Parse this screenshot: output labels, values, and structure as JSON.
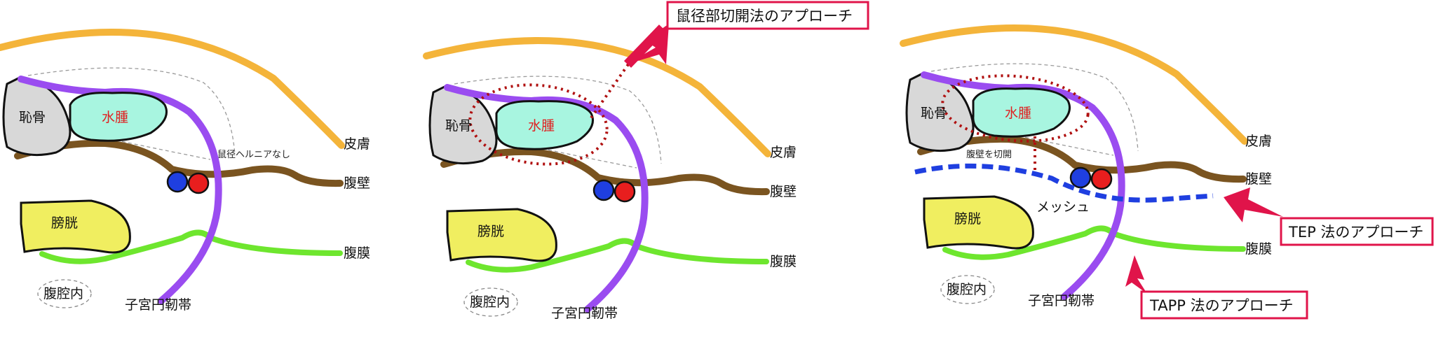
{
  "panel1": {
    "skin": "皮膚",
    "wall": "腹壁",
    "peritoneum": "腹膜",
    "pubis": "恥骨",
    "hydrocele": "水腫",
    "bladder": "膀胱",
    "cavity": "腹腔内",
    "ligament": "子宮円靭帯",
    "note": "鼠径ヘルニアなし"
  },
  "panel2": {
    "skin": "皮膚",
    "wall": "腹壁",
    "peritoneum": "腹膜",
    "pubis": "恥骨",
    "hydrocele": "水腫",
    "bladder": "膀胱",
    "cavity": "腹腔内",
    "ligament": "子宮円靭帯",
    "callout": "鼠径部切開法のアプローチ"
  },
  "panel3": {
    "skin": "皮膚",
    "wall": "腹壁",
    "peritoneum": "腹膜",
    "pubis": "恥骨",
    "hydrocele": "水腫",
    "bladder": "膀胱",
    "cavity": "腹腔内",
    "ligament": "子宮円靭帯",
    "incision": "腹壁を切開",
    "mesh": "メッシュ",
    "callout_tep": "TEP 法のアプローチ",
    "callout_tapp": "TAPP 法のアプローチ"
  },
  "colors": {
    "skin": "#f4b43a",
    "wall": "#7a5420",
    "peritoneum": "#6ee62e",
    "ligament": "#9a4cf0",
    "hydrocele": "#a8f5e0",
    "bone": "#d8d8d8",
    "bladder": "#f0ee60",
    "vessel_blue": "#1f3fe0",
    "vessel_red": "#e81e1e",
    "mesh": "#1f3fe0",
    "callout": "#e0144a",
    "dotted": "#b01010"
  }
}
